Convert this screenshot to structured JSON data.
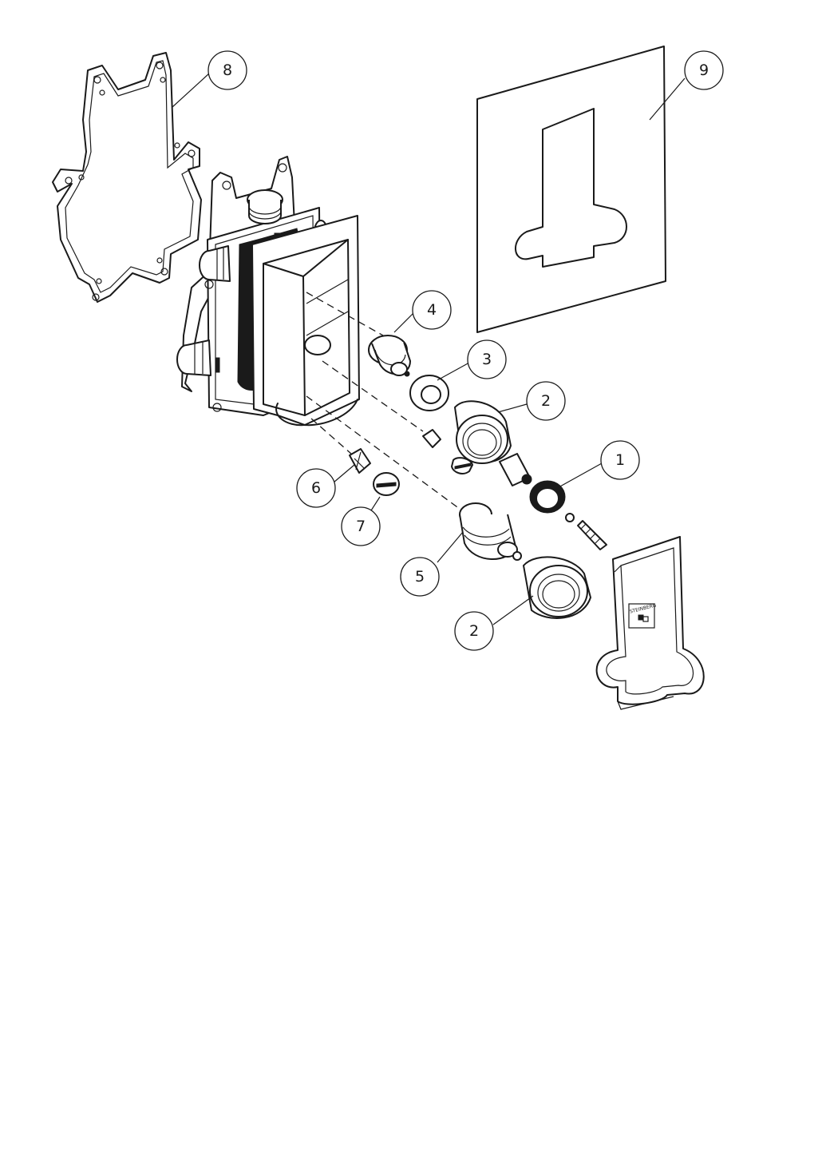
{
  "callouts": [
    {
      "id": "1",
      "label": "1"
    },
    {
      "id": "2a",
      "label": "2"
    },
    {
      "id": "2b",
      "label": "2"
    },
    {
      "id": "3",
      "label": "3"
    },
    {
      "id": "4",
      "label": "4"
    },
    {
      "id": "5",
      "label": "5"
    },
    {
      "id": "6",
      "label": "6"
    },
    {
      "id": "7",
      "label": "7"
    },
    {
      "id": "8",
      "label": "8"
    },
    {
      "id": "9",
      "label": "9"
    }
  ],
  "plate_text": {
    "brand": "STEINBERG"
  }
}
